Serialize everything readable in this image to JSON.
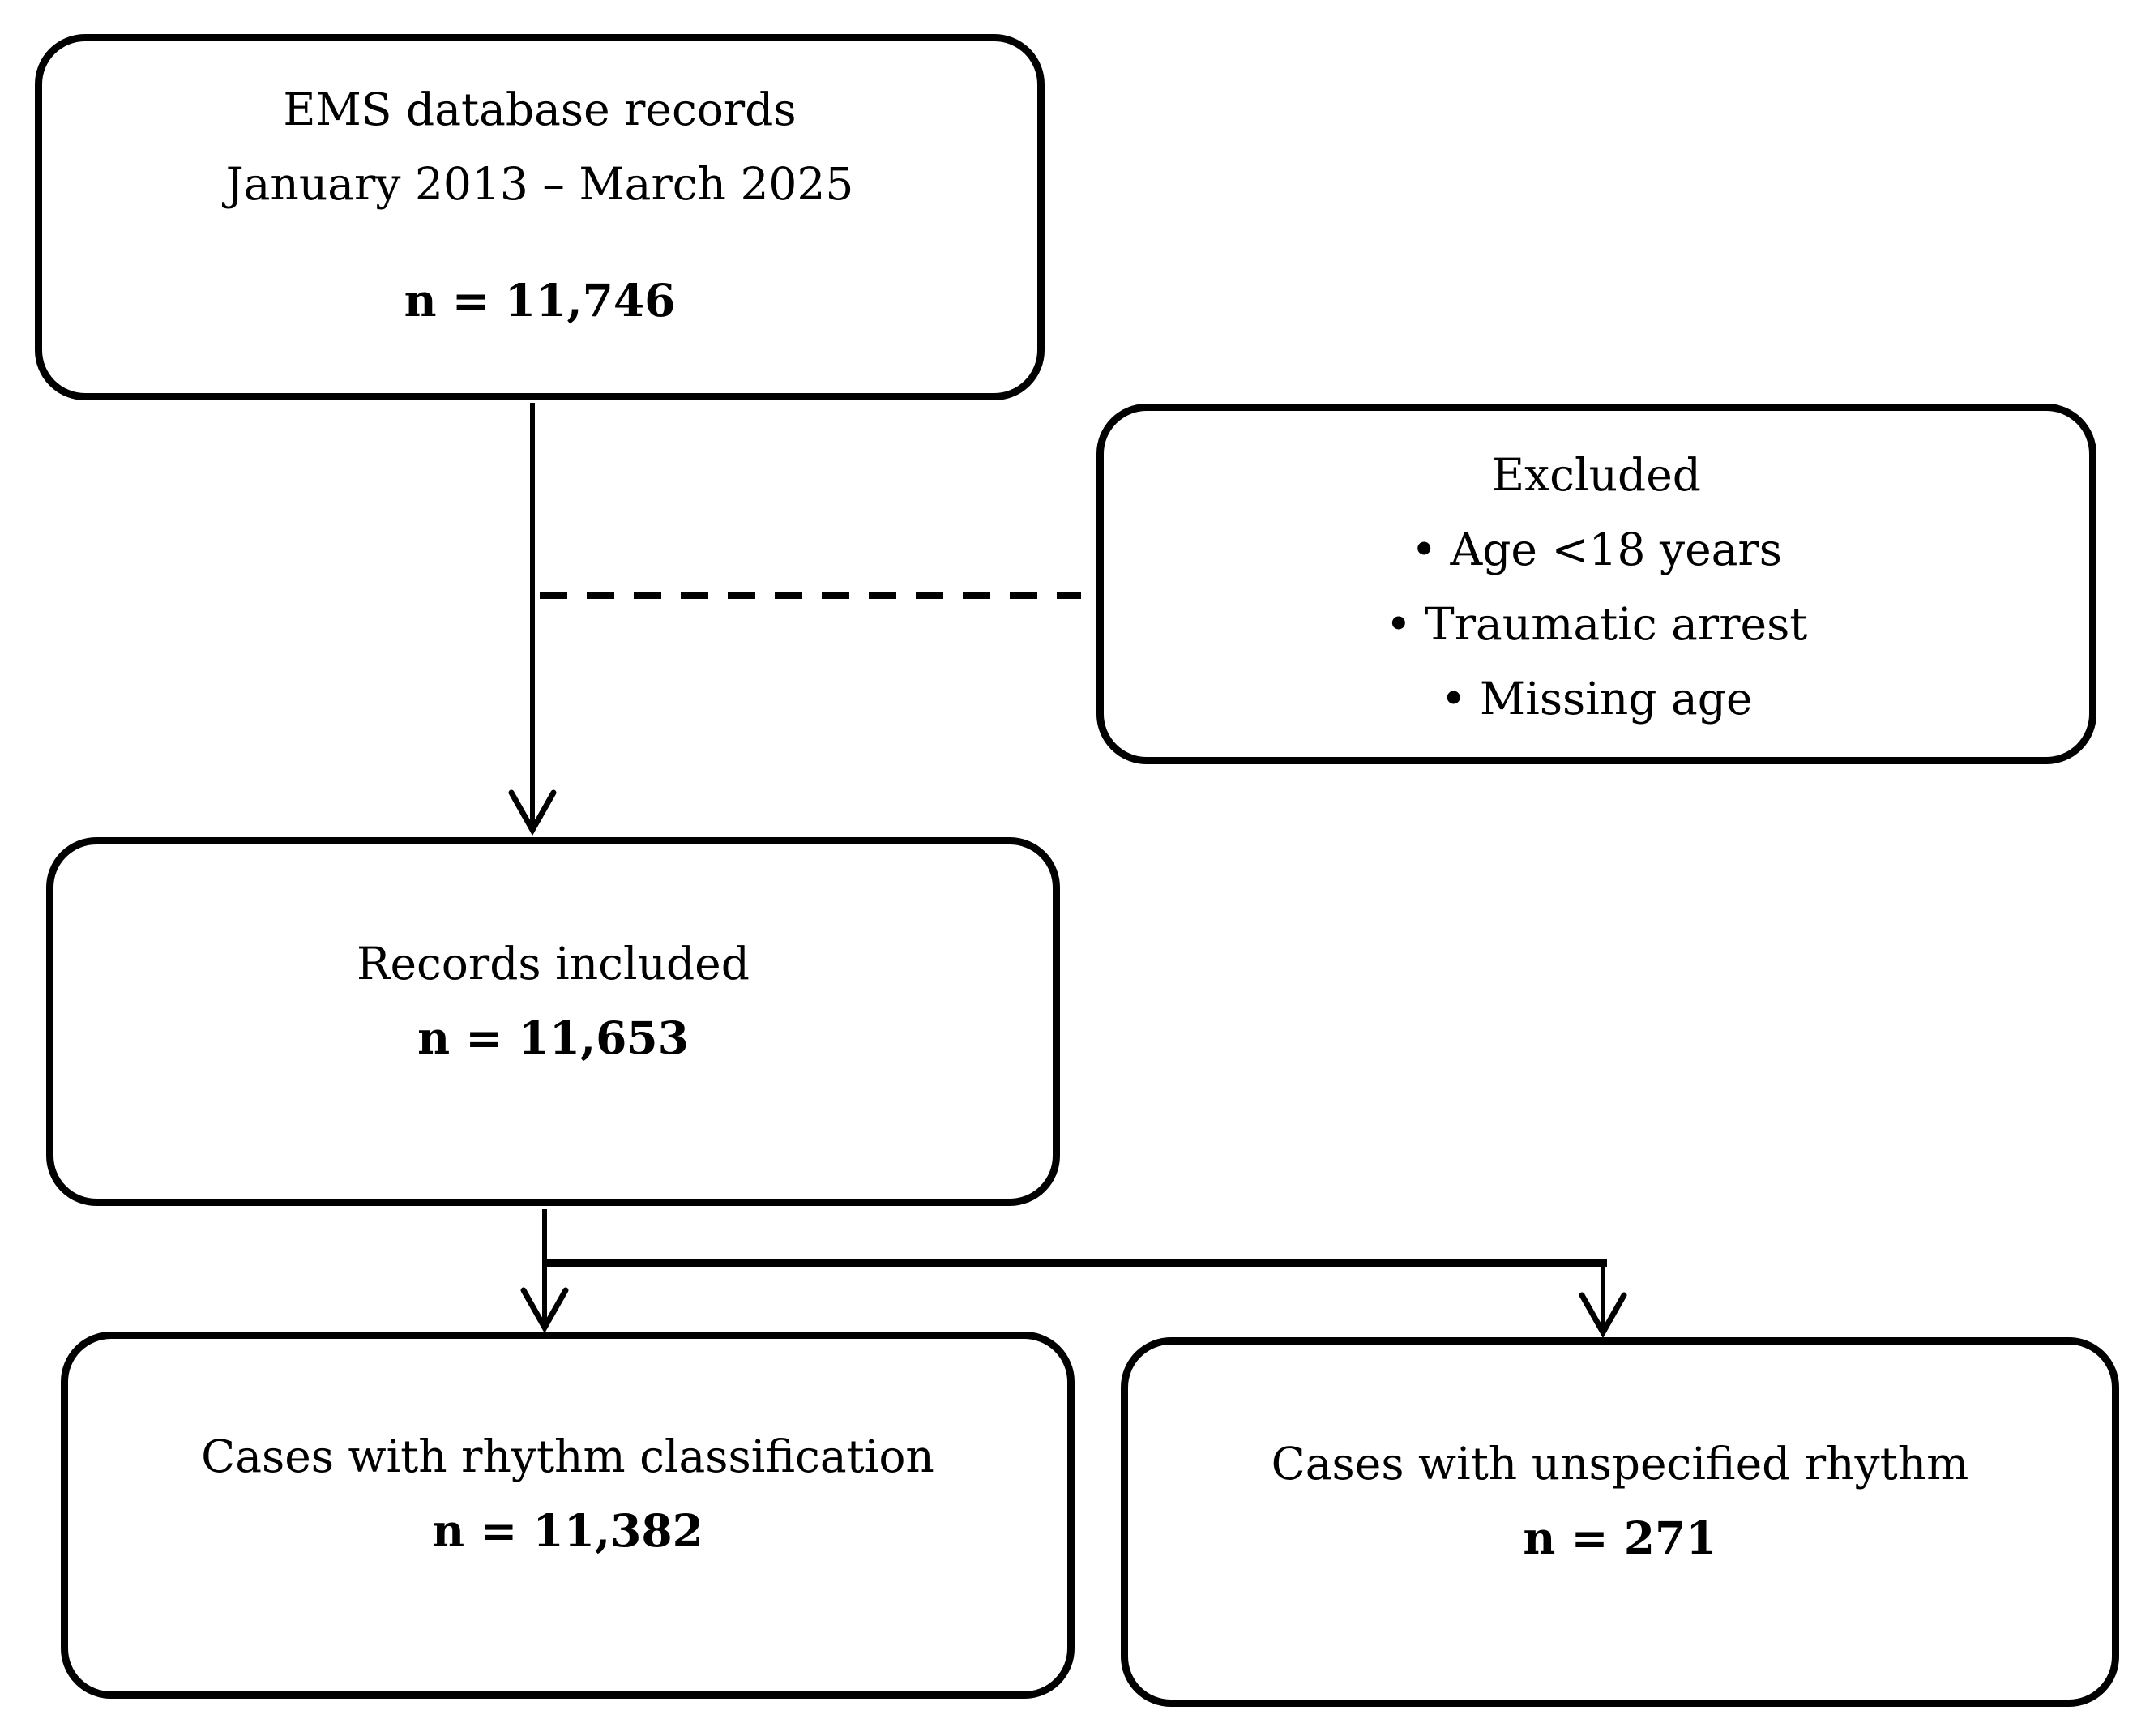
{
  "figure": {
    "background_color": "#ffffff",
    "line_color": "#000000",
    "boxes": {
      "source": {
        "title": "EMS database records",
        "subtitle": "January 2013 – March 2025",
        "count": "n = 11,746"
      },
      "excluded": {
        "title": "Excluded",
        "bullet": "•",
        "items": [
          "Age <18 years",
          "Traumatic arrest",
          "Missing age"
        ]
      },
      "included": {
        "title": "Records included",
        "count": "n = 11,653"
      },
      "rhythm_classified": {
        "title": "Cases with rhythm classification",
        "count": "n = 11,382"
      },
      "rhythm_unspecified": {
        "title": "Cases with unspecified rhythm",
        "count": "n = 271"
      }
    }
  }
}
